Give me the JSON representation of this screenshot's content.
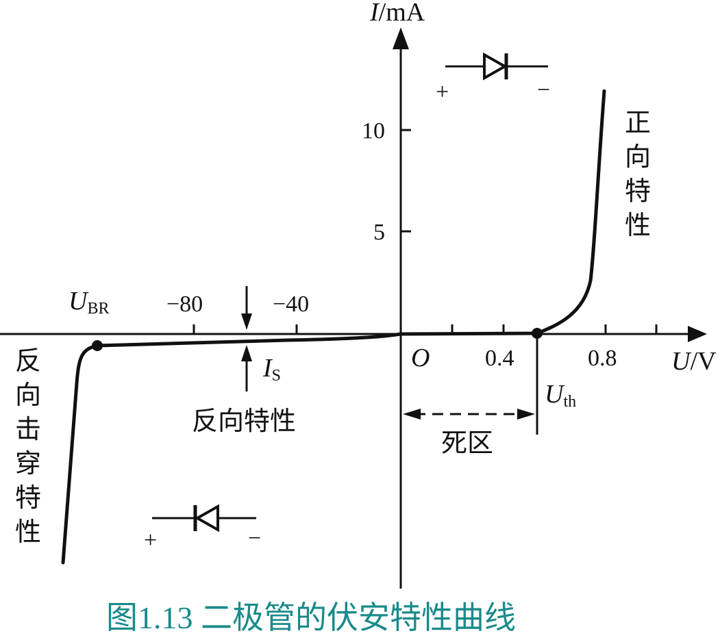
{
  "figure": {
    "caption": "图1.13  二极管的伏安特性曲线",
    "colors": {
      "ink": "#111111",
      "caption": "#1a8a8a"
    }
  },
  "axes": {
    "y_title_var": "I",
    "y_title_unit": "/mA",
    "x_title_var": "U",
    "x_title_unit": "/V",
    "origin_label": "O"
  },
  "ticks": {
    "x_positive": [
      "0.4",
      "0.8"
    ],
    "x_negative": [
      "−80",
      "−40"
    ],
    "y": [
      "10",
      "5"
    ]
  },
  "labels": {
    "ubr_var": "U",
    "ubr_sub": "BR",
    "uth_var": "U",
    "uth_sub": "th",
    "is_var": "I",
    "is_sub": "S",
    "forward": [
      "正",
      "向",
      "特",
      "性"
    ],
    "reverse": "反向特性",
    "breakdown": [
      "反",
      "向",
      "击",
      "穿",
      "特",
      "性"
    ],
    "dead_zone": "死区"
  },
  "diode_symbols": {
    "forward": {
      "plus": "+",
      "minus": "−",
      "icon": "diode-forward-icon"
    },
    "reverse": {
      "plus": "+",
      "minus": "−",
      "icon": "diode-reverse-icon"
    }
  },
  "chart_data": {
    "type": "line",
    "title": "",
    "xlabel": "U/V",
    "ylabel": "I/mA",
    "note": "Diode I-V characteristic: forward region (0 to 0.8 V scale), reverse region (0 to −80 V scale), reverse breakdown at U_BR",
    "x_ticks_forward": [
      0.4,
      0.8
    ],
    "x_ticks_reverse": [
      -80,
      -40
    ],
    "y_ticks": [
      5,
      10
    ],
    "annotations": [
      "U_BR",
      "U_th",
      "I_S",
      "O",
      "正向特性",
      "反向特性",
      "反向击穿特性",
      "死区"
    ]
  }
}
